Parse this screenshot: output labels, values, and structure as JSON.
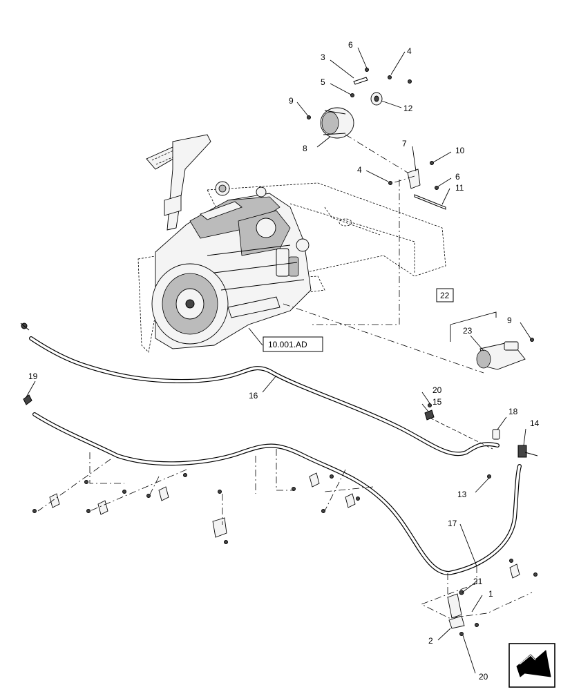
{
  "diagram": {
    "callouts": [
      "1",
      "2",
      "3",
      "4",
      "4",
      "5",
      "6",
      "6",
      "7",
      "8",
      "9",
      "9",
      "10",
      "11",
      "12",
      "13",
      "14",
      "15",
      "16",
      "17",
      "18",
      "19",
      "20",
      "20",
      "21"
    ],
    "boxed_labels": {
      "group_ref": "22",
      "reference": "10.001.AD"
    },
    "callout_23": "23"
  }
}
